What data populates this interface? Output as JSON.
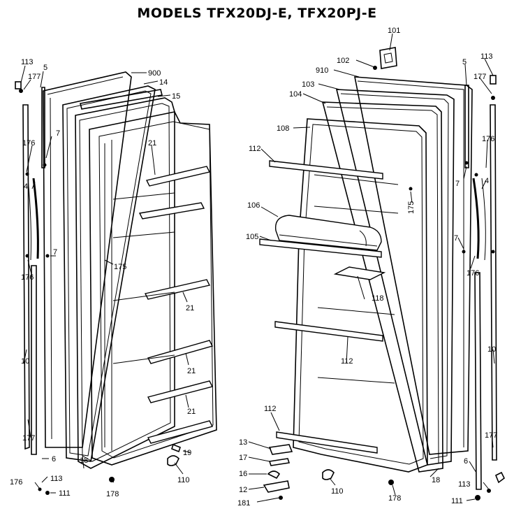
{
  "title": "MODELS TFX20DJ-E, TFX20PJ-E",
  "labels": {
    "l113": "113",
    "l5": "5",
    "l177": "177",
    "l900": "900",
    "l14": "14",
    "l15": "15",
    "l7a": "7",
    "l176a": "176",
    "l4": "4",
    "l21a": "21",
    "l175": "175",
    "l7b": "7",
    "l176b": "176",
    "l21b": "21",
    "l21c": "21",
    "l21d": "21",
    "l10": "10",
    "l177b": "177",
    "l6": "6",
    "l113b": "113",
    "l176c": "176",
    "l111": "111",
    "l18": "18",
    "l178": "178",
    "l19": "19",
    "l110": "110",
    "r101": "101",
    "r102": "102",
    "r910": "910",
    "r103": "103",
    "r104": "104",
    "r108": "108",
    "r112a": "112",
    "r106": "106",
    "r105": "105",
    "r175": "175",
    "r118": "118",
    "r112b": "112",
    "r112c": "112",
    "r113": "113",
    "r5": "5",
    "r177": "177",
    "r176": "176",
    "r7a": "7",
    "r4": "4",
    "r7b": "7",
    "r176b": "176",
    "r10": "10",
    "r177b": "177",
    "r6": "6",
    "r113b": "113",
    "r111": "111",
    "r18": "18",
    "r178": "178",
    "r110": "110",
    "r13": "13",
    "r17": "17",
    "r16": "16",
    "r12": "12",
    "r181": "181"
  }
}
